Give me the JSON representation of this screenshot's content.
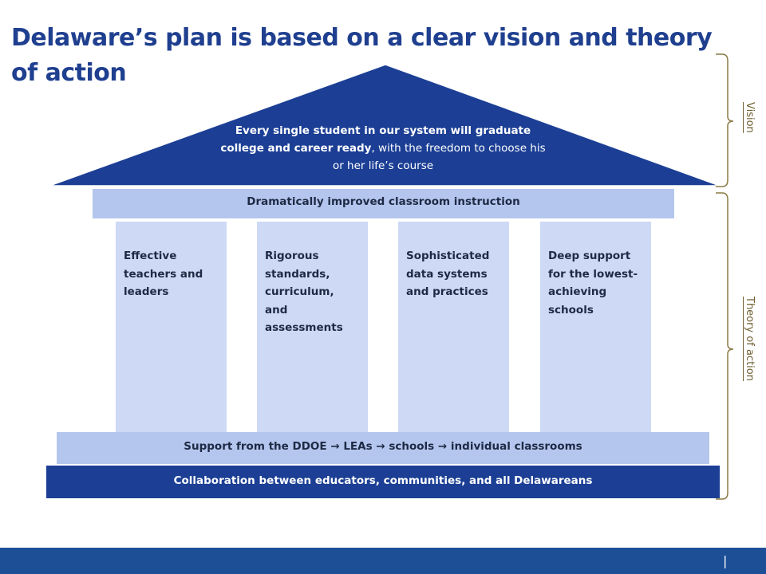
{
  "title": "Delaware’s plan is based on a clear vision and theory of action",
  "vision": {
    "bold_text": "Every single student in our system will graduate college and career ready",
    "regular_text": ", with the freedom to choose his or her life’s course"
  },
  "instruction_band": "Dramatically improved classroom instruction",
  "pillars": [
    "Effective teachers and leaders",
    "Rigorous standards, curriculum, and assessments",
    "Sophisticated data systems and practices",
    "Deep support for the lowest-achieving schools"
  ],
  "support_band": "Support from the DDOE → LEAs → schools → individual classrooms",
  "collaboration_band": "Collaboration between educators, communities, and all Delawareans",
  "side_labels": {
    "vision": "Vision",
    "theory": "Theory of action"
  },
  "footer": {
    "mark": "|"
  },
  "colors": {
    "title": "#1f3f8f",
    "roof": "#1c3f95",
    "band_light": "#b4c6ee",
    "pillar": "#cdd9f5",
    "bracket": "#8a7a44",
    "footer": "#1c4f96"
  }
}
